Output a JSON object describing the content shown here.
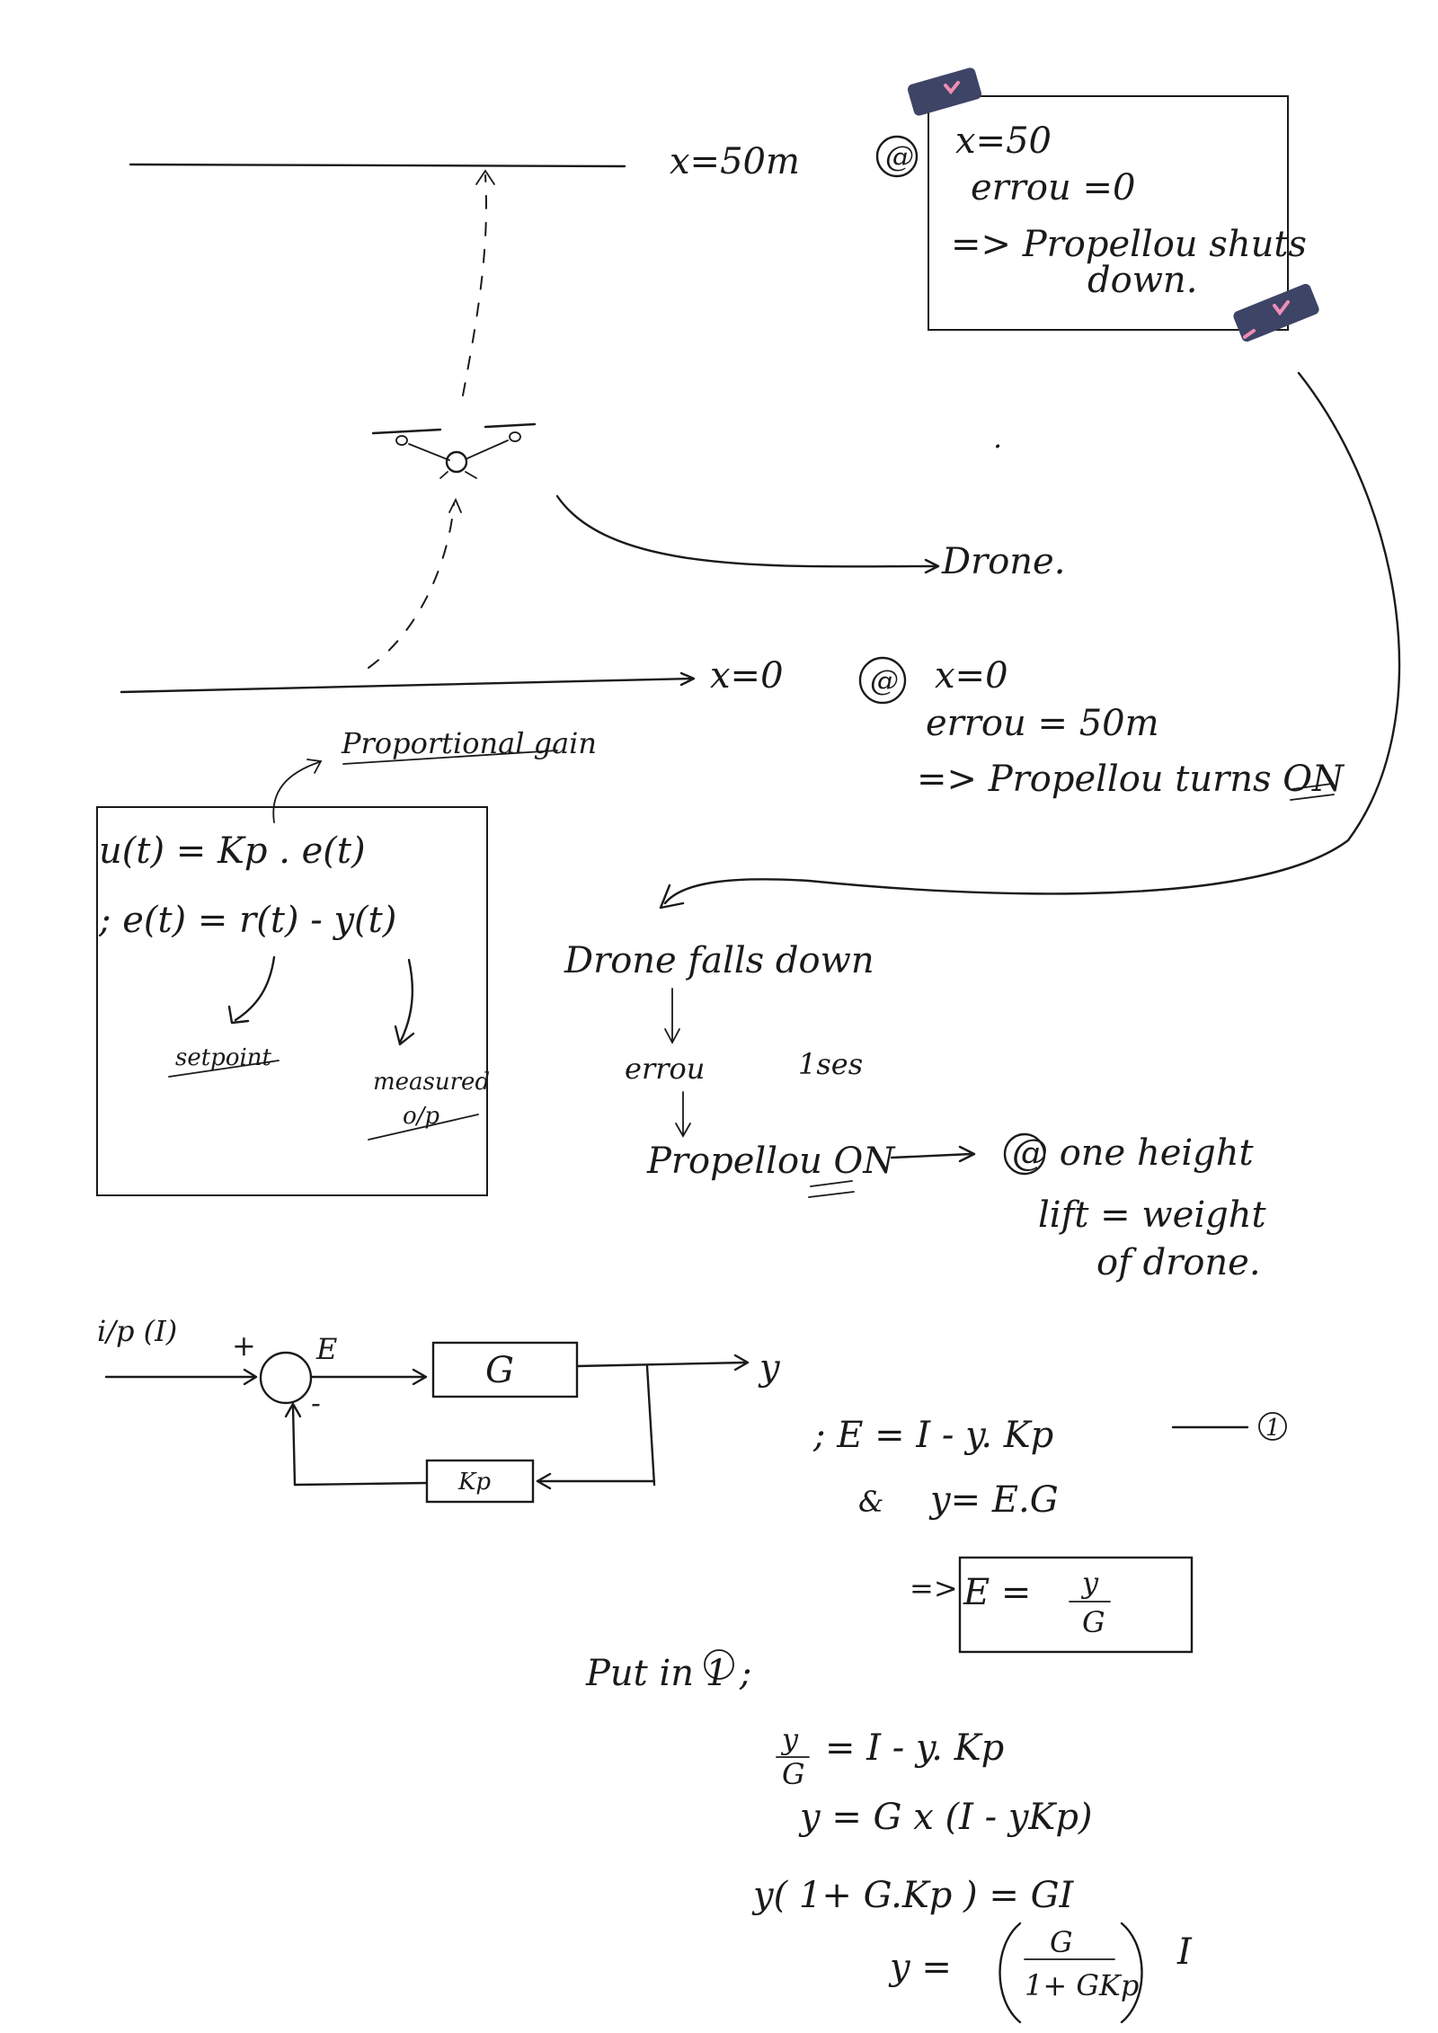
{
  "drone_scene": {
    "top_level_label": "x=50m",
    "ground_level_label": "x=0",
    "drone_label": "Drone."
  },
  "note_top": {
    "marker": "@",
    "line1": "x=50",
    "line2": "errou =0",
    "line3": "=> Propellou shuts",
    "line4": "down."
  },
  "note_bottom": {
    "marker": "@",
    "line1": "x=0",
    "line2": "errou = 50m",
    "line3": "=> Propellou turns ON"
  },
  "control_law": {
    "gain_label": "Proportional gain",
    "eq1": "u(t) = Kp . e(t)",
    "eq2": "; e(t) = r(t) - y(t)",
    "setpoint_label": "setpoint",
    "measured_label_1": "measured",
    "measured_label_2": "o/p"
  },
  "sequence": {
    "step1": "Drone falls down",
    "step2": "errou",
    "step2_note": "1ses",
    "step3": "Propellou ON",
    "result_line1": "@ one height",
    "result_line2": "lift = weight",
    "result_line3": "of drone."
  },
  "block_diagram": {
    "input_label": "i/p (I)",
    "plus": "+",
    "minus": "-",
    "error_label": "E",
    "forward_block": "G",
    "feedback_block": "Kp",
    "output_label": "y"
  },
  "derivation": {
    "eq1": "; E = I - y. Kp",
    "eq1_tag": "1",
    "eq2_prefix": "&",
    "eq2": "y= E.G",
    "eq3_prefix": "=>",
    "eq3_lhs": "E =",
    "eq3_num": "y",
    "eq3_den": "G",
    "put_in": "Put in 1 ;",
    "step_a_num": "y",
    "step_a_den": "G",
    "step_a_rhs": "= I - y. Kp",
    "step_b": "y = G x (I - yKp)",
    "step_c": "y( 1+ G.Kp ) = GI",
    "step_d_lhs": "y =",
    "step_d_num": "G",
    "step_d_den": "1+ GKp",
    "step_d_tail": "I"
  },
  "colors": {
    "ink": "#1a1a1a",
    "tape": "#3d4466",
    "tape_mark": "#f08cb4"
  }
}
